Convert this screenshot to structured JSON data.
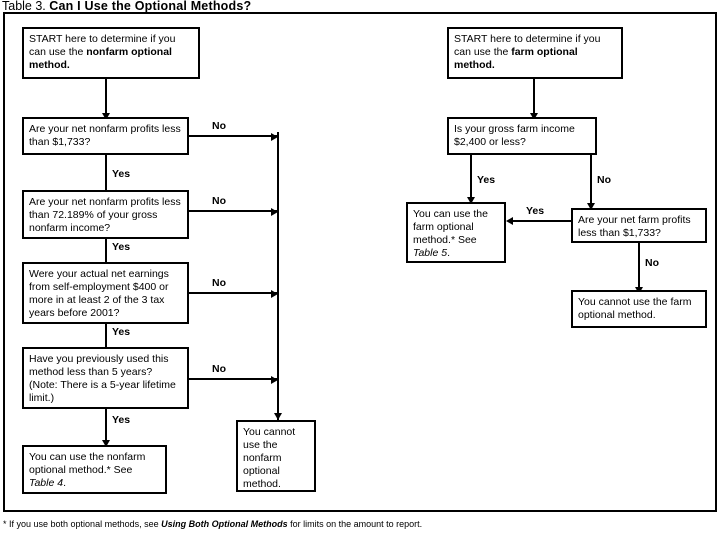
{
  "title": {
    "label": "Table 3.",
    "question": "Can I Use the Optional Methods?"
  },
  "nonfarm_column": {
    "start": {
      "plain": "START here to determine if you can use the ",
      "bold": "nonfarm optional method."
    },
    "q1": "Are your net nonfarm profits less than $1,733?",
    "q2": "Are your net nonfarm profits less than 72.189% of your gross nonfarm income?",
    "q3": "Were your actual net earnings from self-employment $400 or more in at least 2 of the 3 tax years before 2001?",
    "q4": "Have you previously used this method less than 5 years? (Note: There is a 5-year lifetime limit.)",
    "yes_result": {
      "text": "You can use the nonfarm optional method.* See ",
      "reference": "Table 4",
      "tail": "."
    },
    "no_result": "You cannot use the nonfarm optional method.",
    "branch_yes": "Yes",
    "branch_no": "No"
  },
  "farm_column": {
    "start": {
      "plain": "START here to determine if you can use the ",
      "bold": "farm optional method."
    },
    "q1": "Is your gross farm income $2,400 or less?",
    "q2": "Are your net farm profits less than $1,733?",
    "yes_result": {
      "text": "You can use the farm optional method.* See ",
      "reference": "Table 5",
      "tail": "."
    },
    "no_result": "You cannot use the farm optional method.",
    "branch_yes": "Yes",
    "branch_no": "No"
  },
  "footnote": {
    "marker": "* If you use both optional methods, see ",
    "reference": "Using Both Optional Methods",
    "tail": " for limits on the amount to report."
  },
  "colors": {
    "ink": "#000000",
    "paper": "#ffffff"
  }
}
